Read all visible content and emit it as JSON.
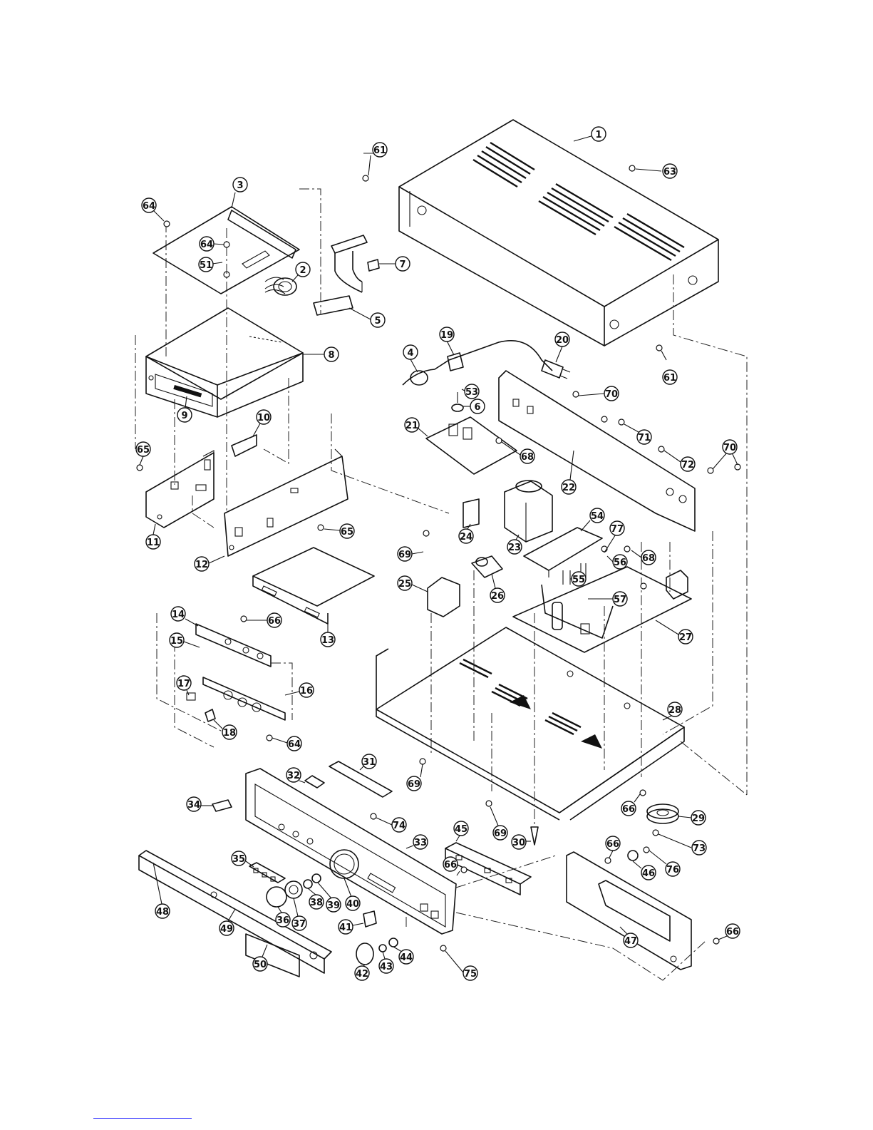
{
  "diagram": {
    "callouts": [
      "1",
      "2",
      "3",
      "4",
      "5",
      "6",
      "7",
      "8",
      "9",
      "10",
      "11",
      "12",
      "13",
      "14",
      "15",
      "16",
      "17",
      "18",
      "19",
      "20",
      "21",
      "22",
      "23",
      "24",
      "25",
      "26",
      "27",
      "28",
      "29",
      "30",
      "31",
      "32",
      "33",
      "34",
      "35",
      "36",
      "37",
      "38",
      "39",
      "40",
      "41",
      "42",
      "43",
      "44",
      "45",
      "46",
      "47",
      "48",
      "49",
      "50",
      "51",
      "53",
      "54",
      "55",
      "56",
      "57",
      "61",
      "63",
      "64",
      "65",
      "66",
      "68",
      "69",
      "70",
      "71",
      "72",
      "73",
      "74",
      "75",
      "76",
      "77"
    ]
  }
}
